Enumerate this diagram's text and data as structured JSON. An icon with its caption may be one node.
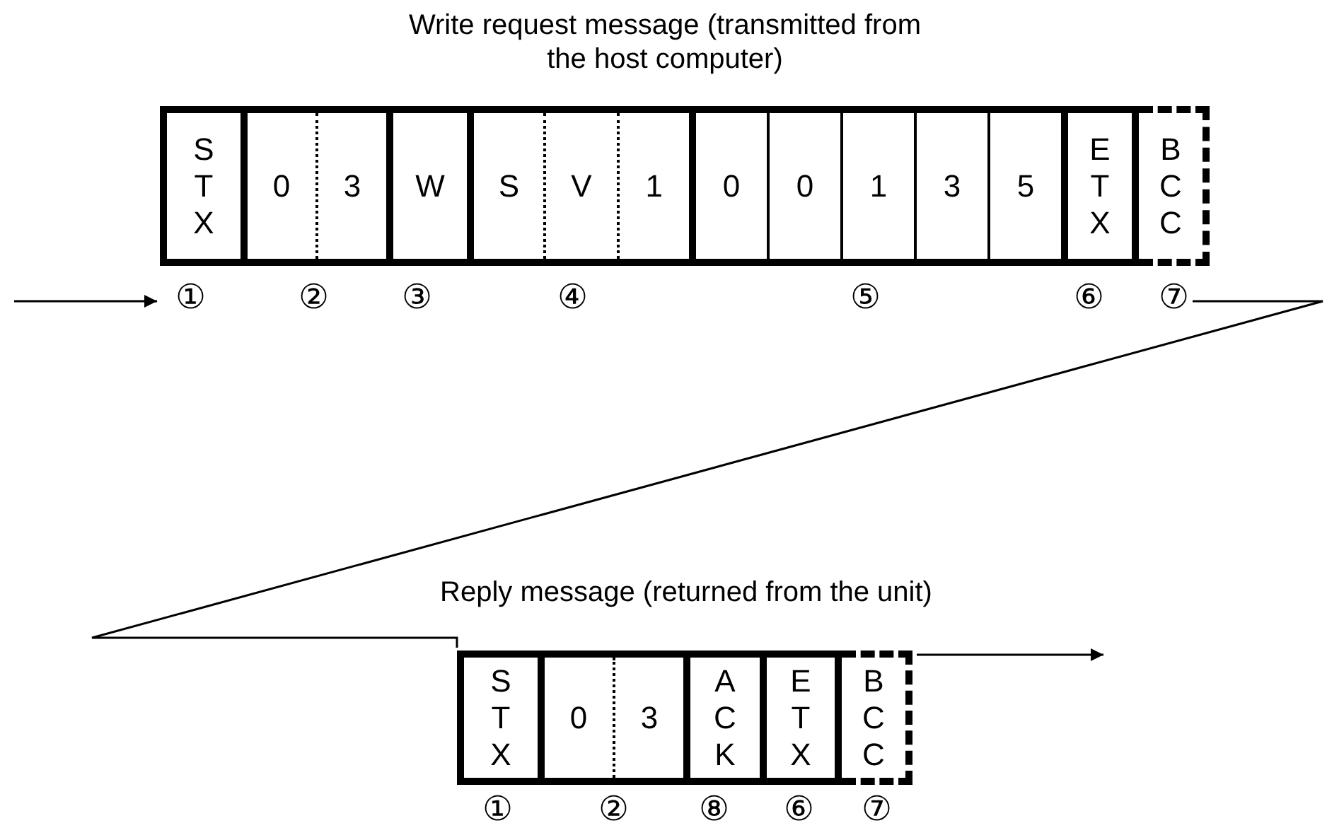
{
  "diagram": {
    "nodes": [
      {
        "text": [
          "S T X"
        ]
      },
      {
        "text": [
          "0",
          "3"
        ]
      },
      {
        "text": [
          "W"
        ]
      },
      {
        "text": [
          "S",
          "V",
          "1"
        ]
      },
      {
        "text": [
          "0",
          "0",
          "1",
          "3",
          "5"
        ]
      },
      {
        "text": [
          "E T X"
        ]
      },
      {
        "text": [
          "B C C"
        ]
      },
      {
        "text": [
          "S T X"
        ]
      },
      {
        "text": [
          "0",
          "3"
        ]
      },
      {
        "text": [
          "A C K"
        ]
      },
      {
        "text": [
          "E T X"
        ]
      },
      {
        "text": [
          "B C C"
        ]
      }
    ],
    "edges": [
      {
        "from": null,
        "to": 0,
        "arrow": "to"
      },
      {
        "from": 6,
        "to": 7,
        "arrow": "none"
      },
      {
        "from": 11,
        "to": null,
        "arrow": "to"
      }
    ],
    "labels": [
      "Write request message (transmitted from the host computer)",
      "①",
      "②",
      "③",
      "④",
      "⑤",
      "⑥",
      "⑦",
      "Reply message (returned from the unit)",
      "①",
      "②",
      "⑧",
      "⑥",
      "⑦"
    ]
  }
}
